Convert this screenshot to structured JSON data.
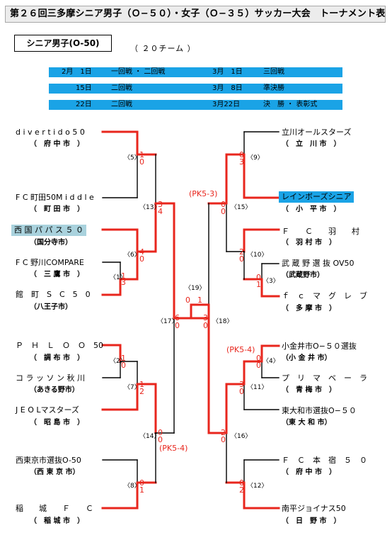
{
  "header": {
    "title": "第２６回三多摩シニア男子（Ｏ−５０）・女子（Ｏ−３５）サッカー大会　トーナメント表",
    "category": "シニア男子(O-50)",
    "teams_count": "（ ２０チーム ）"
  },
  "schedule": [
    {
      "date1": "2月　1日",
      "round1": "一回戦 ・ 二回戦",
      "date2": "3月　1日",
      "round2": "三回戦"
    },
    {
      "date1": "15日",
      "round1": "二回戦",
      "date2": "3月　8日",
      "round2": "準決勝"
    },
    {
      "date1": "22日",
      "round1": "二回戦",
      "date2": "3月22日",
      "round2": "決　勝 ・ 表彰式"
    }
  ],
  "colors": {
    "winner_line": "#e8261d",
    "line": "#000000",
    "schedule_bg": "#1aa3e6",
    "left_highlight": "#a9d2dd",
    "right_highlight": "#1aa3e6"
  },
  "teams_left": [
    {
      "name": "d i v e r t i d o 5 0",
      "home": "（　府 中 市　）"
    },
    {
      "name": "F C 町田50M i d d l e",
      "home": "（　町 田 市　）"
    },
    {
      "name": "西 国 パ パ ス ５ ０",
      "home": "（国分寺市）"
    },
    {
      "name": "F C 野川COMPARE",
      "home": "（　三 鷹 市　）"
    },
    {
      "name": "館　町　S　C　5　0",
      "home": "（八王子市）"
    },
    {
      "name": "Ｐ　Ｈ　Ｌ　Ｏ　Ｏ　50",
      "home": "（　調 布 市　）"
    },
    {
      "name": "コ ラ ッ ソ ン 秋 川",
      "home": "（あきる野市）"
    },
    {
      "name": "J E O Lマスターズ",
      "home": "（　昭 島 市　）"
    },
    {
      "name": "西東京市選抜O-50",
      "home": "（西 東 京 市）"
    },
    {
      "name": "稲　　城　　Ｆ　　Ｃ",
      "home": "（　稲 城 市　）"
    }
  ],
  "teams_right": [
    {
      "name": "立川オールスターズ",
      "home": "（　立　川 市　）"
    },
    {
      "name": "レインボーズシニア",
      "home": "（　小　平 市　）"
    },
    {
      "name": "Ｆ　　Ｃ　　羽　　村",
      "home": "（　羽 村 市　）"
    },
    {
      "name": "武 蔵 野 選 抜 OV50",
      "home": "（武蔵野市）"
    },
    {
      "name": "ｆ　ｃ　マ　グ　レ　ブ",
      "home": "（　多 摩 市　）"
    },
    {
      "name": "小金井市O−５０選抜",
      "home": "（小 金 井 市）"
    },
    {
      "name": "プ　リ　マ　ベ　ー　ラ",
      "home": "（　青 梅 市　）"
    },
    {
      "name": "東大和市選抜O−５０",
      "home": "（東 大 和 市）"
    },
    {
      "name": "Ｆ　Ｃ　本　宿　５　０",
      "home": "（　府 中 市　）"
    },
    {
      "name": "南平ジョイナス50",
      "home": "（　日　野 市　）"
    }
  ],
  "matches": [
    {
      "num": "〈1〉",
      "score_top": "1",
      "score_bottom": "3"
    },
    {
      "num": "〈2〉",
      "score_top": "1",
      "score_bottom": "0"
    },
    {
      "num": "〈3〉",
      "score_top": "0",
      "score_bottom": "1"
    },
    {
      "num": "〈4〉",
      "score_top": "0",
      "score_bottom": "0"
    },
    {
      "num": "〈5〉",
      "score_top": "1",
      "score_bottom": "0"
    },
    {
      "num": "〈6〉",
      "score_top": "4",
      "score_bottom": "0"
    },
    {
      "num": "〈7〉",
      "score_top": "1",
      "score_bottom": "2"
    },
    {
      "num": "〈8〉",
      "score_top": "0",
      "score_bottom": "1"
    },
    {
      "num": "〈9〉",
      "score_top": "0",
      "score_bottom": "3"
    },
    {
      "num": "〈10〉",
      "score_top": "2",
      "score_bottom": "0"
    },
    {
      "num": "〈11〉",
      "score_top": "3",
      "score_bottom": "0"
    },
    {
      "num": "〈12〉",
      "score_top": "0",
      "score_bottom": "2"
    },
    {
      "num": "〈13〉",
      "score_top": "3",
      "score_bottom": "4"
    },
    {
      "num": "〈14〉",
      "score_top": "0",
      "score_bottom": "0"
    },
    {
      "num": "〈15〉",
      "score_top": "0",
      "score_bottom": "0"
    },
    {
      "num": "〈16〉",
      "score_top": "2",
      "score_bottom": "0"
    },
    {
      "num": "〈17〉",
      "score_top": "6",
      "score_bottom": "0"
    },
    {
      "num": "〈18〉",
      "score_top": "3",
      "score_bottom": "0"
    },
    {
      "num": "〈19〉",
      "score_top": "0",
      "score_bottom": "1"
    }
  ],
  "pk_notes": [
    "(PK5-3)",
    "(PK5-4)",
    "(PK5-4)"
  ]
}
